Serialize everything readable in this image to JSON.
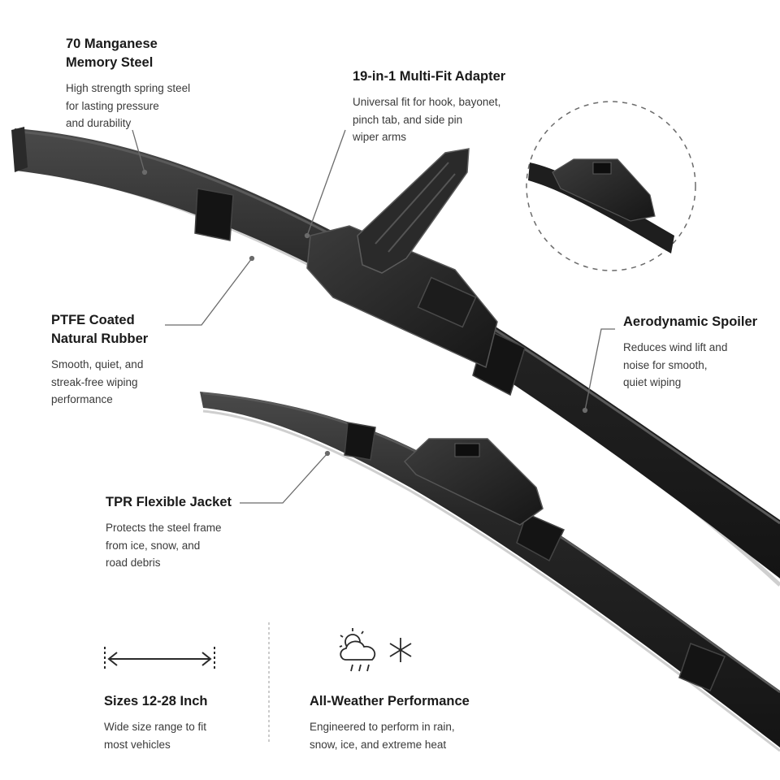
{
  "features": {
    "steel": {
      "title": "70 Manganese\nMemory Steel",
      "desc": "High strength spring steel\nfor lasting pressure\nand durability"
    },
    "adapter": {
      "title": "19-in-1 Multi-Fit Adapter",
      "desc": "Universal fit for hook, bayonet,\npinch tab, and side pin\nwiper arms"
    },
    "rubber": {
      "title": "PTFE Coated\nNatural Rubber",
      "desc": "Smooth, quiet, and\nstreak-free wiping\nperformance"
    },
    "spoiler": {
      "title": "Aerodynamic Spoiler",
      "desc": "Reduces wind lift and\nnoise for smooth,\nquiet wiping"
    },
    "jacket": {
      "title": "TPR Flexible Jacket",
      "desc": "Protects the steel frame\nfrom ice, snow, and\nroad debris"
    },
    "sizes": {
      "title": "Sizes 12-28 Inch",
      "desc": "Wide size range to fit\nmost vehicles",
      "icon": "double-arrow-width-icon"
    },
    "weather": {
      "title": "All-Weather Performance",
      "desc": "Engineered to perform in rain,\nsnow, ice, and extreme heat",
      "icon": "weather-sun-cloud-snow-icon"
    }
  },
  "colors": {
    "blade": "#1e1e1e",
    "blade_highlight": "#3a3a3a",
    "rubber_edge": "#c9c9c9",
    "callout_line": "#6b6b6b",
    "text_title": "#1a1a1a",
    "text_desc": "#3a3a3a"
  }
}
